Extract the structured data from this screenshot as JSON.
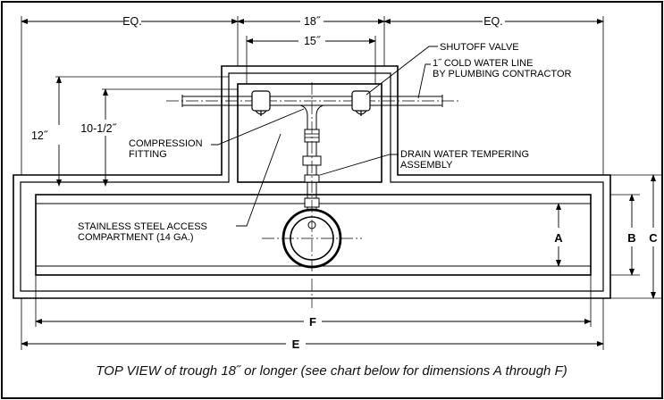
{
  "dimensions": {
    "eq_left": "EQ.",
    "width_18": "18˝",
    "width_15": "15˝",
    "eq_right": "EQ.",
    "height_12": "12˝",
    "height_10_5": "10-1/2˝",
    "a": "A",
    "b": "B",
    "c": "C",
    "f": "F",
    "e": "E"
  },
  "callouts": {
    "shutoff_valve": "SHUTOFF VALVE",
    "cold_water_line_1": "1˝ COLD WATER LINE",
    "cold_water_line_2": "BY PLUMBING CONTRACTOR",
    "compression_fitting_1": "COMPRESSION",
    "compression_fitting_2": "FITTING",
    "drain_tempering_1": "DRAIN WATER TEMPERING",
    "drain_tempering_2": "ASSEMBLY",
    "access_compartment_1": "STAINLESS STEEL ACCESS",
    "access_compartment_2": "COMPARTMENT (14 GA.)"
  },
  "caption": "TOP VIEW of trough 18˝ or longer (see chart below for dimensions A through F)"
}
